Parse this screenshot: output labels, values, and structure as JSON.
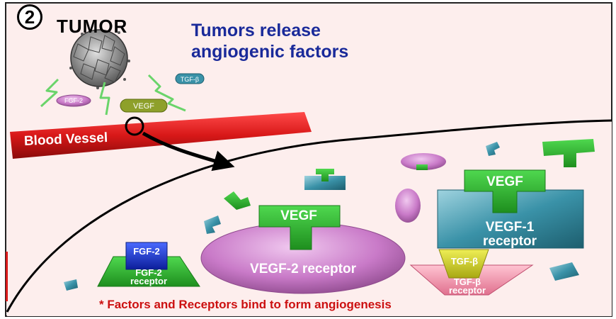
{
  "step_number": "2",
  "tumor_label": "TUMOR",
  "headline": {
    "line1": "Tumors release",
    "line2": "angiogenic factors"
  },
  "vessel_label": "Blood Vessel",
  "factors": {
    "fgf2": "FGF-2",
    "vegf": "VEGF",
    "tgfb": "TGF-β"
  },
  "receptors": {
    "vegf2": {
      "ligand": "VEGF",
      "receptor": "VEGF-2 receptor"
    },
    "vegf1": {
      "ligand": "VEGF",
      "line1": "VEGF-1",
      "line2": "receptor"
    },
    "fgf2": {
      "ligand": "FGF-2",
      "line1": "FGF-2",
      "line2": "receptor"
    },
    "tgfb": {
      "ligand": "TGF-β",
      "line1": "TGF-β",
      "line2": "receptor"
    }
  },
  "footnote": "* Factors and Receptors bind to form angiogenesis",
  "colors": {
    "background": "#fdeeed",
    "vessel": "#d81818",
    "headline": "#1a2a9a",
    "footnote": "#cc1010",
    "vegf_green": "#2fb62f",
    "receptor_purple": "#c97ac8",
    "receptor_teal": "#3a92a8",
    "tgfb_yellow": "#c9c92a",
    "tgfb_pink": "#f28ea8",
    "fgf2_blue": "#1a3ad6"
  },
  "icons": [
    "tumor-cell-icon",
    "signal-bolt-icon",
    "arrow-icon",
    "magnifier-circle-icon"
  ]
}
